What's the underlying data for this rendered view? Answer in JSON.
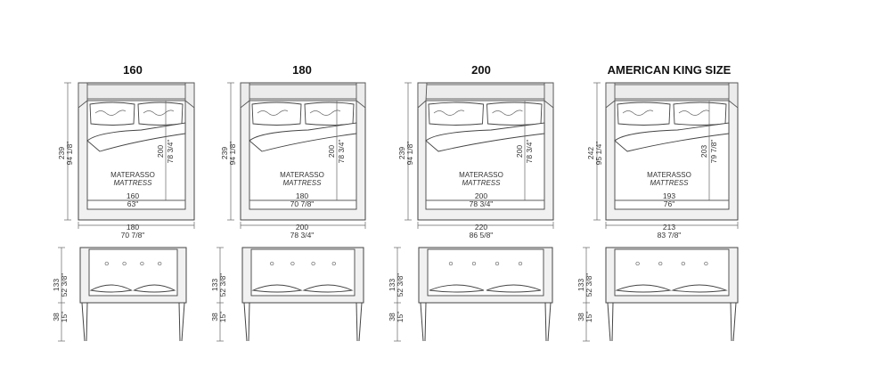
{
  "beds": [
    {
      "title": "160",
      "plan": {
        "height_cm": "239",
        "height_in": "94 1/8\"",
        "mattress_length_cm": "200",
        "mattress_length_in": "78 3/4\"",
        "mattress_width_cm": "160",
        "mattress_width_in": "63\"",
        "overall_width_cm": "180",
        "overall_width_in": "70 7/8\"",
        "mattress_label": "MATERASSO",
        "mattress_label_en": "MATTRESS"
      },
      "elevation": {
        "height_cm": "133",
        "height_in": "52 3/8\"",
        "leg_cm": "38",
        "leg_in": "15\""
      }
    },
    {
      "title": "180",
      "plan": {
        "height_cm": "239",
        "height_in": "94 1/8\"",
        "mattress_length_cm": "200",
        "mattress_length_in": "78 3/4\"",
        "mattress_width_cm": "180",
        "mattress_width_in": "70 7/8\"",
        "overall_width_cm": "200",
        "overall_width_in": "78 3/4\"",
        "mattress_label": "MATERASSO",
        "mattress_label_en": "MATTRESS"
      },
      "elevation": {
        "height_cm": "133",
        "height_in": "52 3/8\"",
        "leg_cm": "38",
        "leg_in": "15\""
      }
    },
    {
      "title": "200",
      "plan": {
        "height_cm": "239",
        "height_in": "94 1/8\"",
        "mattress_length_cm": "200",
        "mattress_length_in": "78 3/4\"",
        "mattress_width_cm": "200",
        "mattress_width_in": "78 3/4\"",
        "overall_width_cm": "220",
        "overall_width_in": "86 5/8\"",
        "mattress_label": "MATERASSO",
        "mattress_label_en": "MATTRESS"
      },
      "elevation": {
        "height_cm": "133",
        "height_in": "52 3/8\"",
        "leg_cm": "38",
        "leg_in": "15\""
      }
    },
    {
      "title": "AMERICAN KING SIZE",
      "plan": {
        "height_cm": "242",
        "height_in": "95 1/4\"",
        "mattress_length_cm": "203",
        "mattress_length_in": "79 7/8\"",
        "mattress_width_cm": "193",
        "mattress_width_in": "76\"",
        "overall_width_cm": "213",
        "overall_width_in": "83 7/8\"",
        "mattress_label": "MATERASSO",
        "mattress_label_en": "MATTRESS"
      },
      "elevation": {
        "height_cm": "133",
        "height_in": "52 3/8\"",
        "leg_cm": "38",
        "leg_in": "15\""
      }
    }
  ]
}
